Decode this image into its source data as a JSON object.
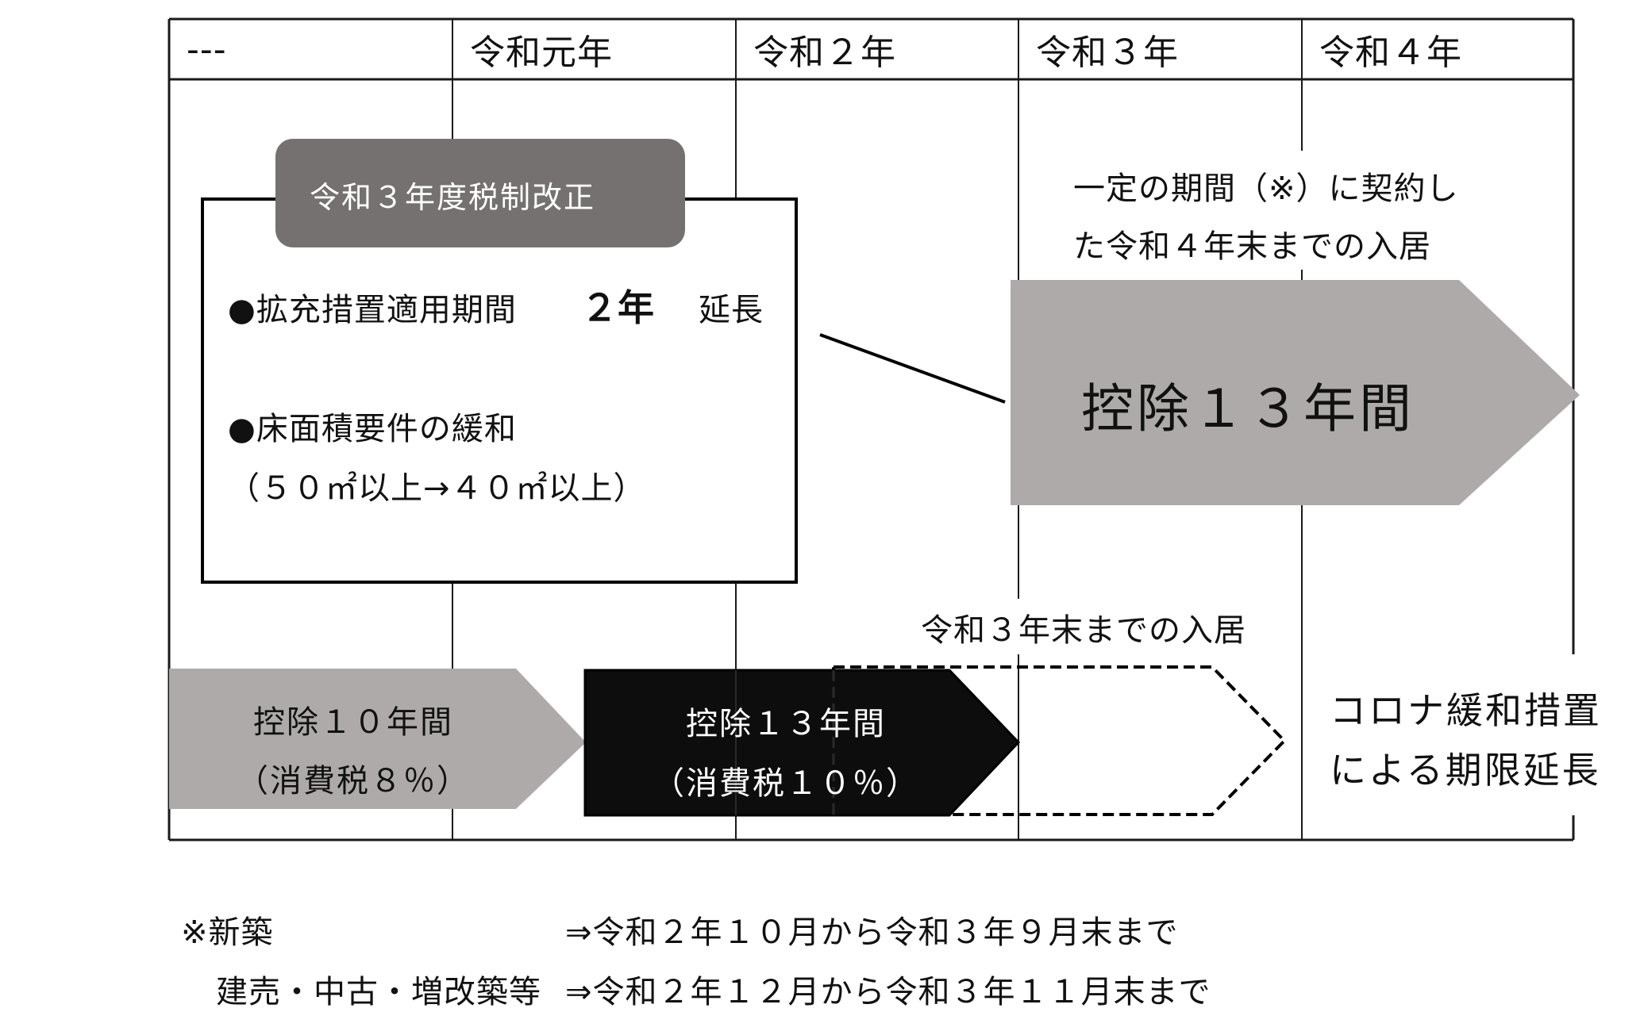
{
  "header": {
    "col0": "---",
    "col1": "令和元年",
    "col2": "令和２年",
    "col3": "令和３年",
    "col4": "令和４年"
  },
  "revision_box": {
    "tab_label": "令和３年度税制改正",
    "item1_label": "●拡充措置適用期間",
    "item1_value": "２年",
    "item1_suffix": "延長",
    "item2_label": "●床面積要件の緩和",
    "item2_detail": "（５０㎡以上→４０㎡以上）"
  },
  "extended_period": {
    "note_line1": "一定の期間（※）に契約し",
    "note_line2": "た令和４年末までの入居",
    "arrow_label": "控除１３年間"
  },
  "original_periods": {
    "arrow10_line1": "控除１０年間",
    "arrow10_line2": "（消費税８％）",
    "arrow13_line1": "控除１３年間",
    "arrow13_line2": "（消費税１０％）",
    "dashed_note": "令和３年末までの入居"
  },
  "corona": {
    "line1": "コロナ緩和措置",
    "line2": "による期限延長"
  },
  "footnote": {
    "row1_label": "※新築",
    "row1_value": "⇒令和２年１０月から令和３年９月末まで",
    "row2_label": "建売・中古・増改築等",
    "row2_value": "⇒令和２年１２月から令和３年１１月末まで"
  },
  "colors": {
    "grid": "#1a1a1a",
    "tab_fill": "#767171",
    "grey_arrow": "#aeaaaa",
    "black_arrow": "#0d0d0d"
  }
}
